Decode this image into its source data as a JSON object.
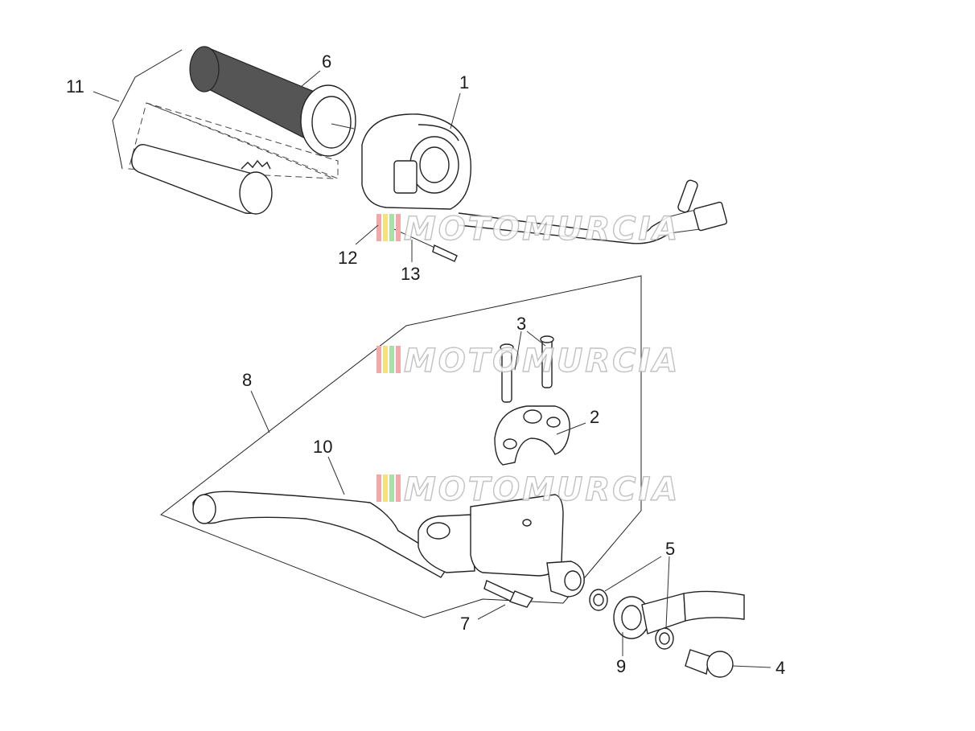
{
  "watermark": {
    "text": "MOTOMURCIA",
    "stripe_colors": [
      "#f2a8a8",
      "#f5e27a",
      "#a8e0a8",
      "#f2a8a8"
    ]
  },
  "callouts": [
    {
      "id": "1",
      "label": "1"
    },
    {
      "id": "2",
      "label": "2"
    },
    {
      "id": "3",
      "label": "3"
    },
    {
      "id": "4",
      "label": "4"
    },
    {
      "id": "5",
      "label": "5"
    },
    {
      "id": "6",
      "label": "6"
    },
    {
      "id": "7",
      "label": "7"
    },
    {
      "id": "8",
      "label": "8"
    },
    {
      "id": "9",
      "label": "9"
    },
    {
      "id": "10",
      "label": "10"
    },
    {
      "id": "11",
      "label": "11"
    },
    {
      "id": "12",
      "label": "12"
    },
    {
      "id": "13",
      "label": "13"
    }
  ]
}
